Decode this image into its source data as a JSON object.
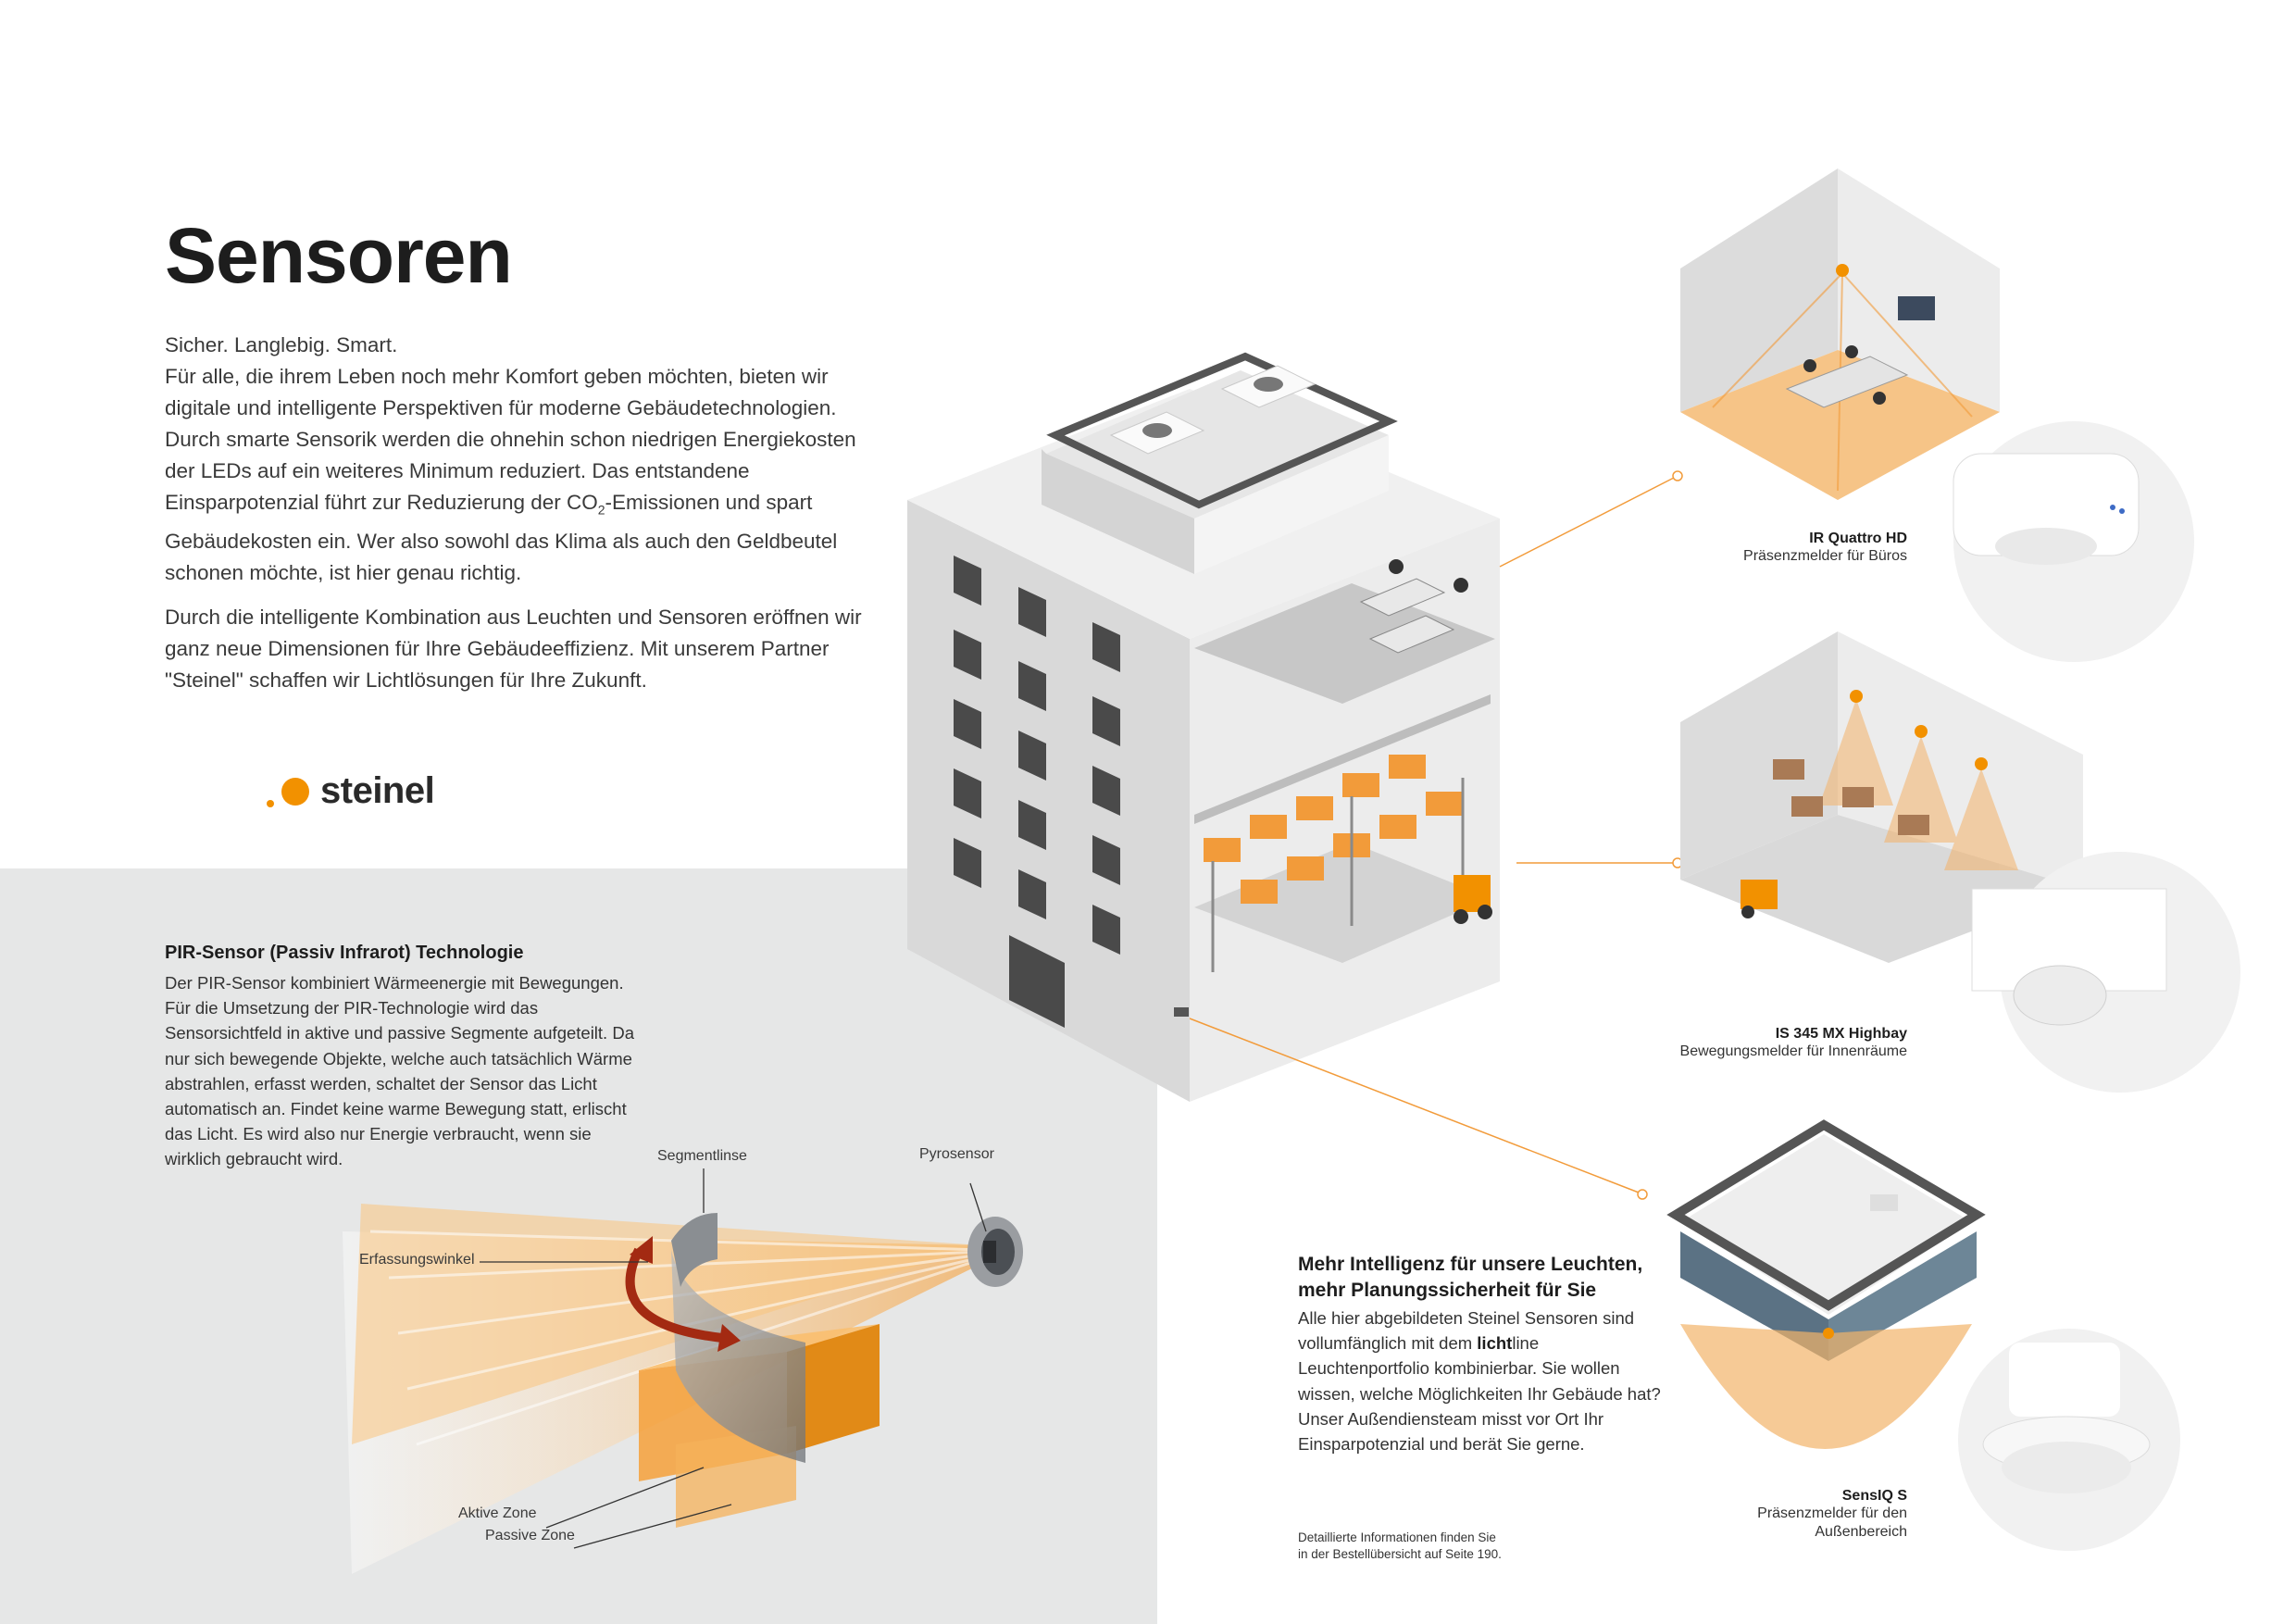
{
  "page": {
    "title": "Sensoren",
    "intro": {
      "tagline": "Sicher. Langlebig. Smart.",
      "p1_before_co2": "Für alle, die ihrem Leben noch mehr Komfort geben möchten, bieten wir digitale und intelligente Perspektiven für moderne Gebäudetechnologien. Durch smarte Sensorik werden die ohnehin schon niedrigen Energiekosten der LEDs auf ein weiteres Minimum reduziert. Das entstandene Einsparpotenzial führt zur Reduzierung der ",
      "co2_main": "CO",
      "co2_sub": "2",
      "p1_after_co2": "-Emissionen und spart Gebäudekosten ein. Wer also sowohl das Klima als auch den Geldbeutel schonen möchte, ist hier genau richtig.",
      "p2": "Durch die intelligente Kombination aus Leuchten und Sensoren eröffnen wir ganz neue Dimensionen für Ihre Gebäudeeffizienz. Mit unserem Partner \"Steinel\" schaffen wir Lichtlösungen für Ihre Zukunft."
    },
    "brand": {
      "logo_text": "steinel",
      "accent_color": "#f29100"
    },
    "pir": {
      "title": "PIR-Sensor (Passiv Infrarot) Technologie",
      "body": "Der PIR-Sensor kombiniert Wärmeenergie mit Bewegungen. Für die Umsetzung der PIR-Technologie wird das Sensorsichtfeld in aktive und passive Segmente aufgeteilt. Da nur sich bewegende Objekte, welche auch tatsächlich Wärme abstrahlen, erfasst werden, schaltet der Sensor das Licht automatisch an. Findet keine warme Bewegung statt, erlischt das Licht. Es wird also nur Energie verbraucht, wenn sie wirklich gebraucht wird.",
      "labels": {
        "segmentlinse": "Segmentlinse",
        "pyrosensor": "Pyrosensor",
        "erfassungswinkel": "Erfassungswinkel",
        "aktive_zone": "Aktive Zone",
        "passive_zone": "Passive Zone"
      }
    },
    "products": [
      {
        "name": "IR Quattro HD",
        "desc": "Präsenzmelder für Büros"
      },
      {
        "name": "IS 345 MX Highbay",
        "desc": "Bewegungsmelder für Innenräume"
      },
      {
        "name": "SensIQ S",
        "desc_line1": "Präsenzmelder für den",
        "desc_line2": "Außenbereich"
      }
    ],
    "intelligence": {
      "title_line1": "Mehr Intelligenz für unsere Leuchten,",
      "title_line2": "mehr Planungssicherheit für Sie",
      "body_before": "Alle hier abgebildeten Steinel Sensoren sind vollumfänglich mit dem ",
      "body_bold": "licht",
      "body_after": "line Leuchtenportfolio kombinierbar. Sie wollen wissen, welche Möglichkeiten Ihr Gebäude hat? Unser Außendiensteam misst vor Ort Ihr Einsparpotenzial und berät Sie gerne."
    },
    "note": {
      "line1": "Detaillierte Informationen finden Sie",
      "line2": "in der Bestellübersicht auf Seite 190."
    }
  }
}
